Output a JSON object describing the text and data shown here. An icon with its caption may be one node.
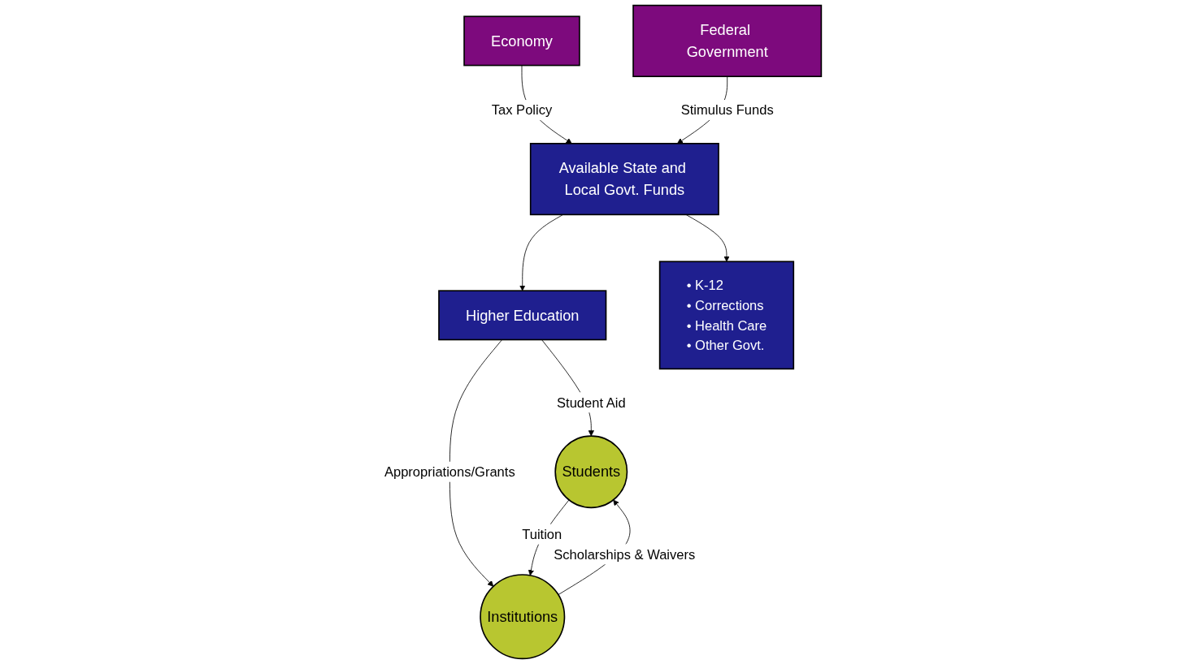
{
  "diagram": {
    "nodes": [
      {
        "text": [
          "Economy"
        ]
      },
      {
        "text": [
          "Available State and Local Govt. Funds"
        ]
      },
      {
        "text": [
          "Federal Government"
        ]
      },
      {
        "text": [
          "Higher Education"
        ]
      },
      {
        "text": [
          "• K-12",
          "• Corrections",
          "• Health Care",
          "• Other Govt."
        ]
      },
      {
        "text": [
          "Students"
        ]
      },
      {
        "text": [
          "Institutions"
        ]
      }
    ],
    "edges": [
      {
        "from": 0,
        "to": 1,
        "arrow": "to",
        "label": "Tax Policy"
      },
      {
        "from": 2,
        "to": 1,
        "arrow": "to",
        "label": "Stimulus Funds"
      },
      {
        "from": 1,
        "to": 3,
        "arrow": "to"
      },
      {
        "from": 1,
        "to": 4,
        "arrow": "to"
      },
      {
        "from": 3,
        "to": 5,
        "arrow": "to",
        "label": "Student Aid"
      },
      {
        "from": 3,
        "to": 6,
        "arrow": "to",
        "label": "Appropriations/Grants"
      },
      {
        "from": 5,
        "to": 6,
        "arrow": "to",
        "label": "Tuition"
      },
      {
        "from": 6,
        "to": 5,
        "arrow": "to",
        "label": "Scholarships & Waivers"
      }
    ]
  }
}
